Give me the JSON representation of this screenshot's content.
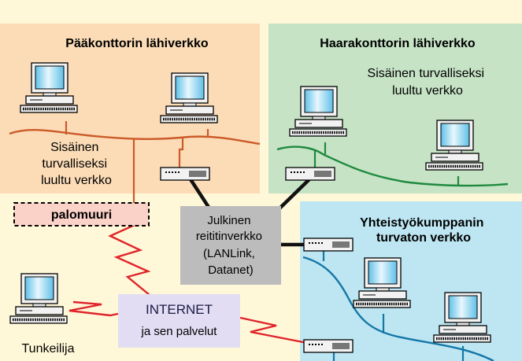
{
  "zones": {
    "main_office": {
      "title": "Pääkonttorin lähiverkko",
      "net_label": [
        "Sisäinen",
        "turvalliseksi",
        "luultu verkko"
      ],
      "color": "#fbdcb6"
    },
    "branch_office": {
      "title": "Haarakonttorin lähiverkko",
      "net_label": [
        "Sisäinen turvalliseksi",
        "luultu verkko"
      ],
      "color": "#c6e3c6"
    },
    "partner": {
      "title": [
        "Yhteistyökumppanin",
        "turvaton verkko"
      ],
      "color": "#bde6f2"
    }
  },
  "firewall": {
    "label": "palomuuri",
    "color": "#fbd2c8"
  },
  "public_network": {
    "lines": [
      "Julkinen",
      "reititinverkko",
      "(LANLink,",
      "Datanet)"
    ],
    "color": "#bcbcbc"
  },
  "internet": {
    "title": "INTERNET",
    "subtitle": "ja sen palvelut",
    "color": "#e2ddf3"
  },
  "intruder": {
    "label": "Tunkeilija"
  },
  "colors": {
    "lan_orange": "#cc5a2a",
    "lan_green": "#1f8a3e",
    "lan_blue": "#1577a8",
    "trunk": "#111111",
    "threat": "#e0242a",
    "screen": "#8fd3ef"
  },
  "icons": {
    "computer": "desktop-computer-icon",
    "router": "router-icon"
  }
}
